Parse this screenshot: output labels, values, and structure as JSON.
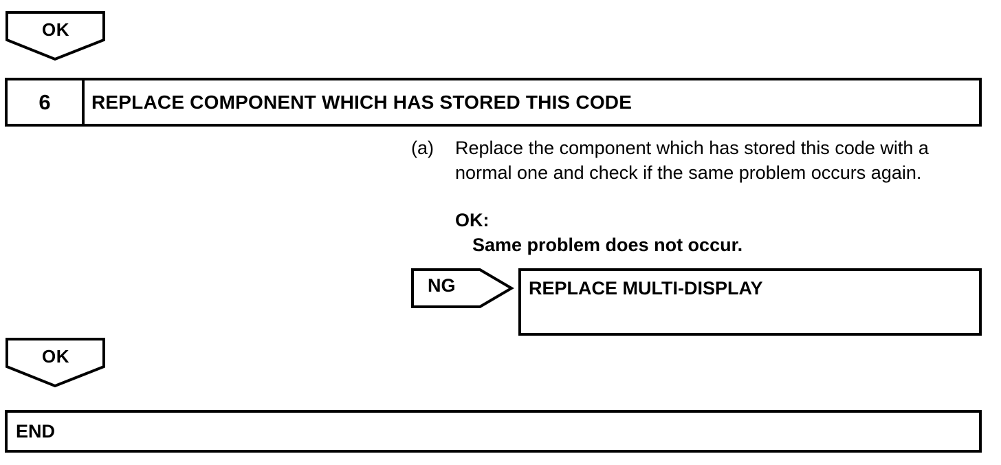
{
  "flow": {
    "top_result": "OK",
    "step": {
      "number": "6",
      "title": "REPLACE COMPONENT WHICH HAS STORED THIS CODE"
    },
    "instruction": {
      "marker": "(a)",
      "text": "Replace the component which has stored this code with a normal one and check if the same problem occurs again."
    },
    "ok_heading": "OK:",
    "ok_condition": "Same problem does not occur.",
    "ng_label": "NG",
    "ng_action": "REPLACE MULTI-DISPLAY",
    "bottom_result": "OK",
    "end_label": "END"
  }
}
